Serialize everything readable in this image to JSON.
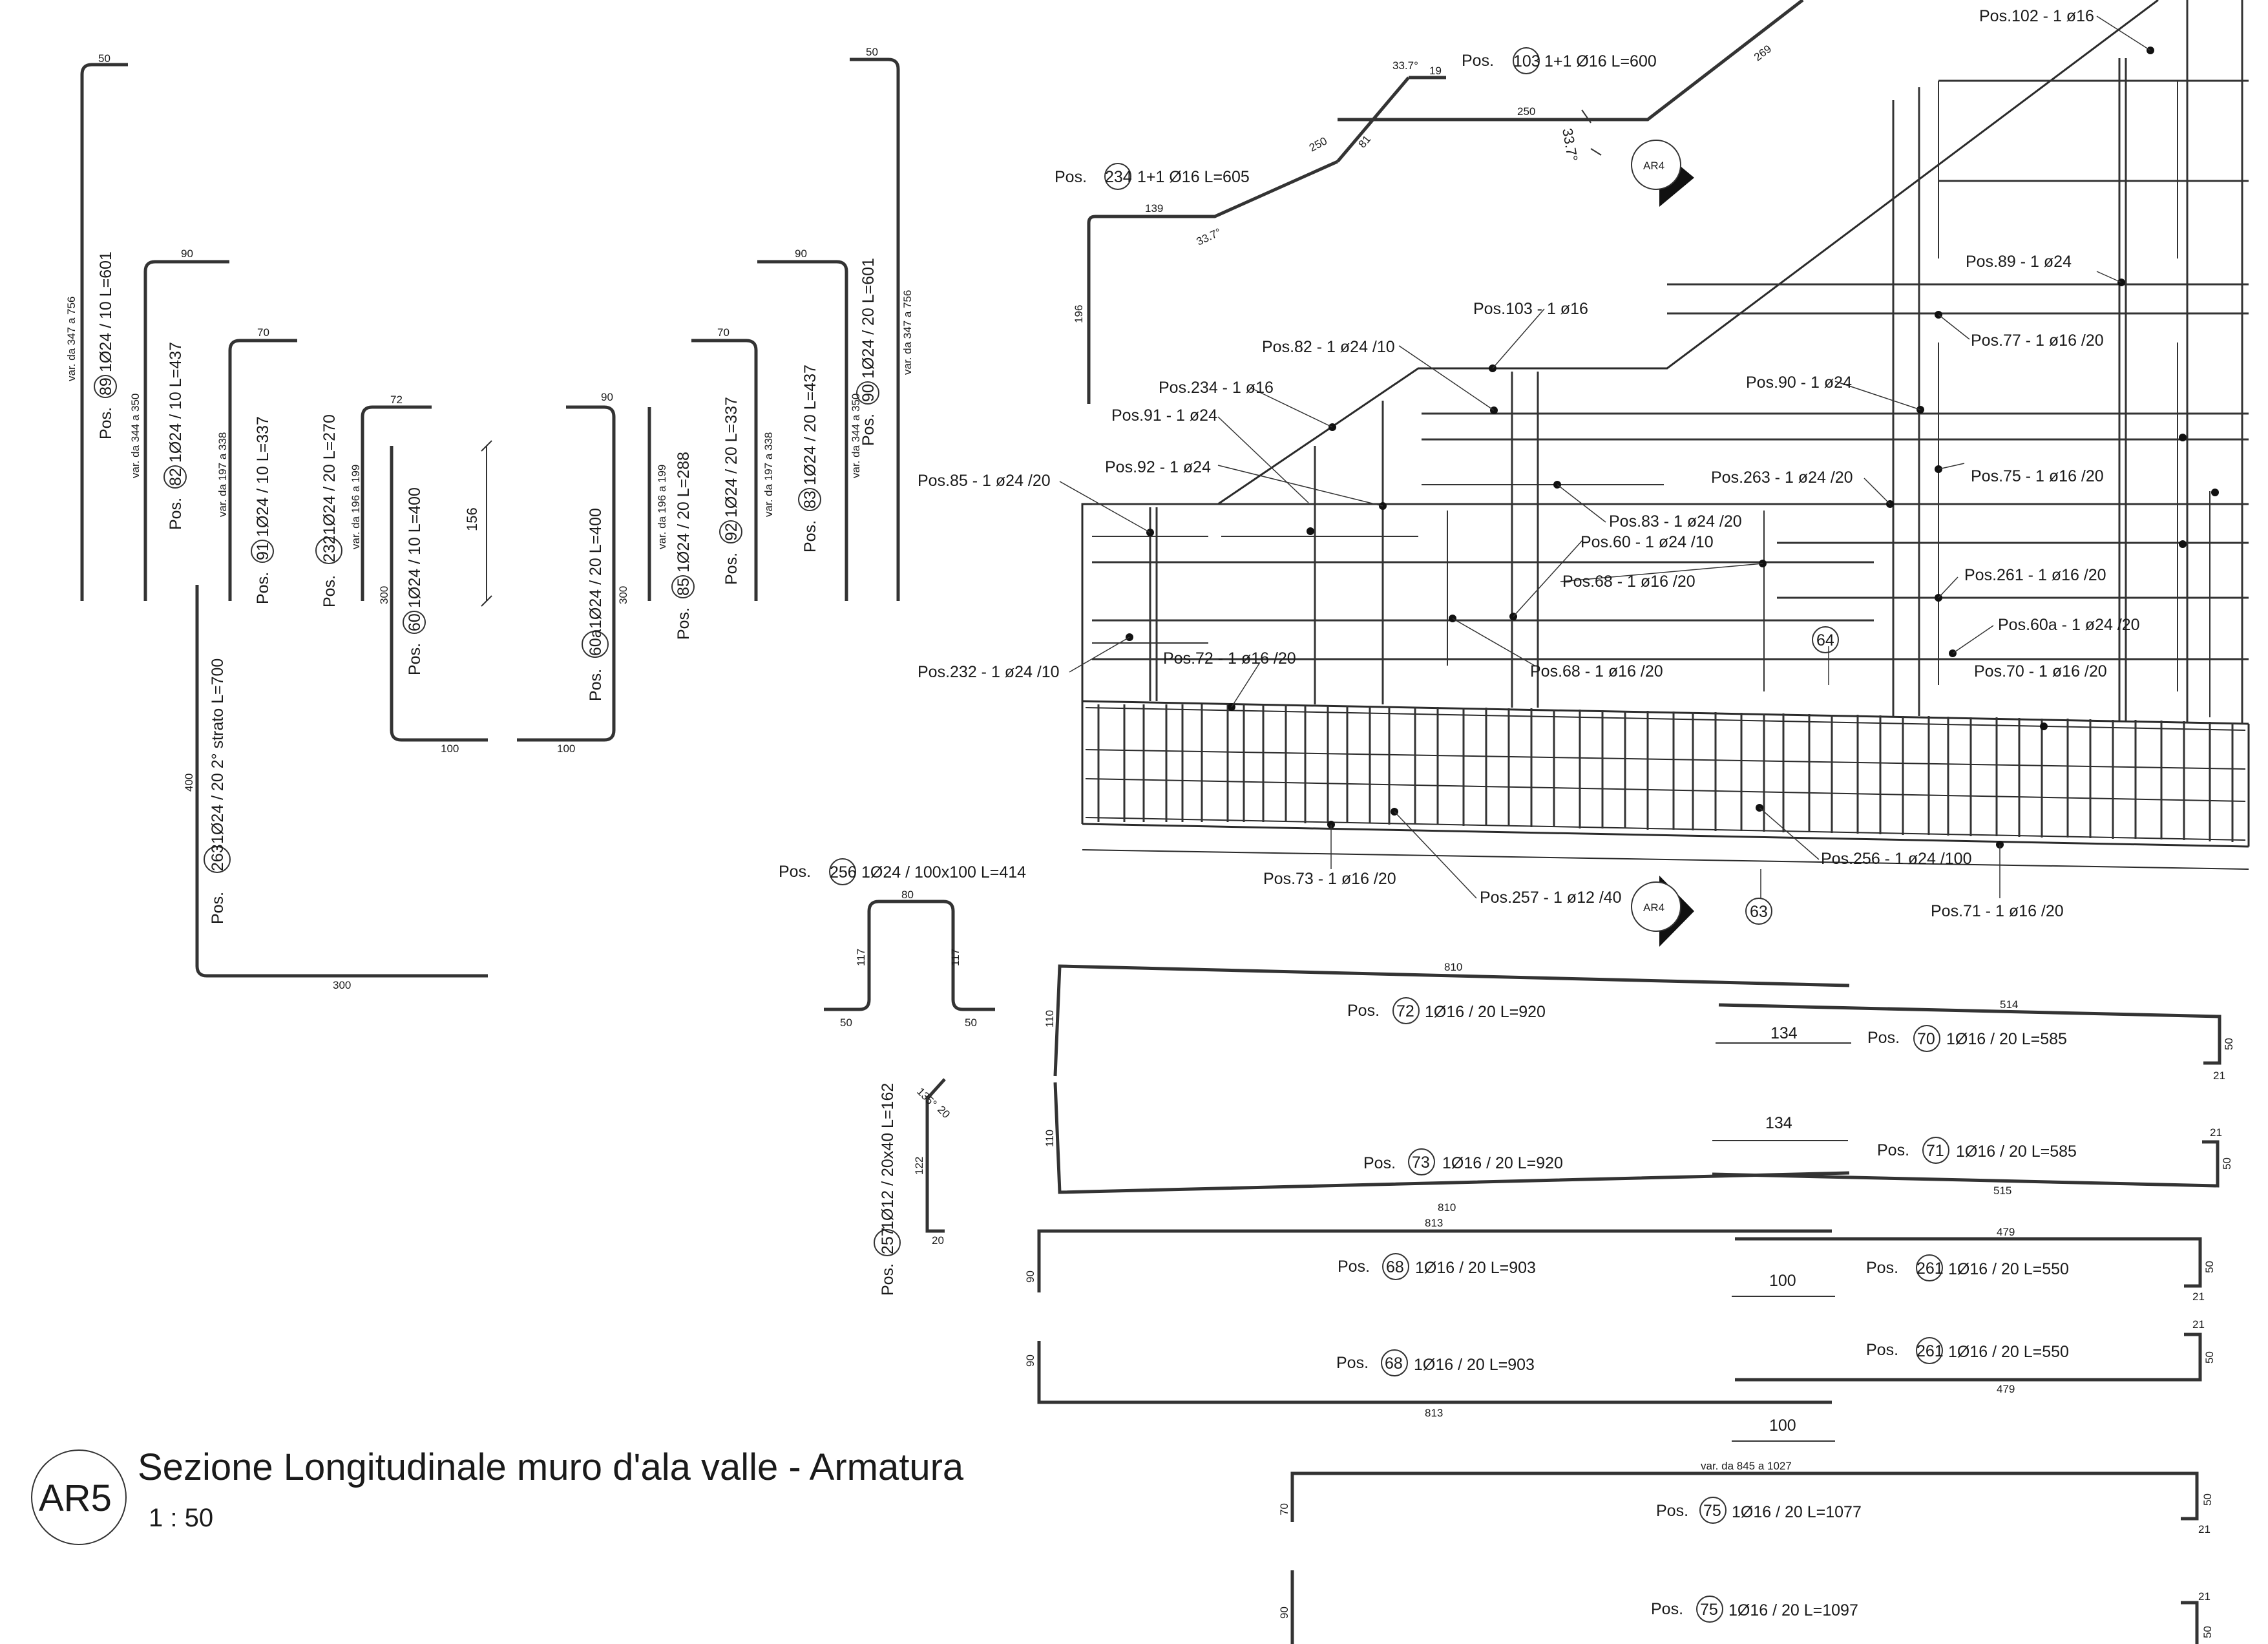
{
  "title": {
    "badge": "AR5",
    "text": "Sezione Longitudinale muro d'ala valle - Armatura",
    "scale": "1 : 50"
  },
  "markers": [
    "AR4",
    "AR4"
  ],
  "section_labels": [
    "Pos.102 - 1 ø16",
    "Pos.89 - 1 ø24",
    "Pos.77 - 1 ø16 /20",
    "Pos.103 - 1 ø16",
    "Pos.82 - 1 ø24 /10",
    "Pos.234 - 1 ø16",
    "Pos.91 - 1 ø24",
    "Pos.90 - 1 ø24",
    "Pos.92 - 1 ø24",
    "Pos.85 - 1 ø24 /20",
    "Pos.263 - 1 ø24 /20",
    "Pos.75 - 1 ø16 /20",
    "Pos.83 - 1 ø24 /20",
    "Pos.60 - 1 ø24 /10",
    "Pos.68 - 1 ø16 /20",
    "Pos.261 - 1 ø16 /20",
    "Pos.60a - 1 ø24 /20",
    "Pos.72 - 1 ø16 /20",
    "Pos.232 - 1 ø24 /10",
    "Pos.68 - 1 ø16 /20",
    "Pos.70 - 1 ø16 /20",
    "Pos.256 - 1 ø24 /100",
    "Pos.73 - 1 ø16 /20",
    "Pos.257 - 1 ø12 /40",
    "Pos.71 - 1 ø16 /20"
  ],
  "section_circles": [
    "64",
    "63"
  ],
  "top_bars": [
    {
      "pos": "Pos.",
      "num": "103",
      "desc": "1+1 Ø16 L=600",
      "angle": "33.7°",
      "dim": "19",
      "seg": "250",
      "seg2": "269"
    },
    {
      "pos": "Pos.",
      "num": "234",
      "desc": "1+1 Ø16 L=605",
      "seg_a": "139",
      "seg_b": "250",
      "seg_c": "81",
      "h": "196",
      "angle": "33.7°"
    }
  ],
  "angle_big": "33.7°",
  "vertical_bars": [
    {
      "pos": "Pos.",
      "num": "89",
      "desc": "1Ø24 / 10 L=601",
      "var": "var. da 347 a 756",
      "top": "50"
    },
    {
      "pos": "Pos.",
      "num": "82",
      "desc": "1Ø24 / 10 L=437",
      "var": "var. da 344 a 350",
      "top": "90"
    },
    {
      "pos": "Pos.",
      "num": "91",
      "desc": "1Ø24 / 10 L=337",
      "var": "var. da 197 a 338",
      "top": "70"
    },
    {
      "pos": "Pos.",
      "num": "232",
      "desc": "1Ø24 / 20 L=270",
      "var": "var. da 196 a 199",
      "top": "72"
    },
    {
      "pos": "Pos.",
      "num": "60",
      "desc": "1Ø24 / 10 L=400",
      "side": "300",
      "bottom": "100"
    },
    {
      "pos": "Pos.",
      "num": "60a",
      "desc": "1Ø24 / 20 L=400",
      "side": "300",
      "bottom": "100",
      "top": "90"
    },
    {
      "pos": "Pos.",
      "num": "85",
      "desc": "1Ø24 / 20 L=288",
      "var": "var. da 196 a 199"
    },
    {
      "pos": "Pos.",
      "num": "92",
      "desc": "1Ø24 / 20 L=337",
      "var": "var. da 197 a 338",
      "top": "70"
    },
    {
      "pos": "Pos.",
      "num": "83",
      "desc": "1Ø24 / 20 L=437",
      "var": "var. da 344 a 350",
      "top": "90"
    },
    {
      "pos": "Pos.",
      "num": "90",
      "desc": "1Ø24 / 20 L=601",
      "var": "var. da 347 a 756",
      "top": "50"
    },
    {
      "pos": "Pos.",
      "num": "263",
      "desc": "1Ø24 / 20 2° strato L=700",
      "h": "400",
      "bottom": "300"
    }
  ],
  "dim_156": "156",
  "bar_256": {
    "pos": "Pos.",
    "num": "256",
    "desc": "1Ø24 / 100x100 L=414",
    "top": "80",
    "h1": "117",
    "h2": "117",
    "b1": "50",
    "b2": "50"
  },
  "bar_257": {
    "pos": "Pos.",
    "num": "257",
    "desc": "1Ø12 / 20x40 L=162",
    "angle": "135°",
    "hook": "20",
    "h": "122",
    "bottom": "20"
  },
  "horizontal_bars": [
    {
      "pos": "Pos.",
      "num": "72",
      "desc": "1Ø16 / 20 L=920",
      "len": "810",
      "h": "110"
    },
    {
      "pos": "Pos.",
      "num": "70",
      "desc": "1Ø16 / 20 L=585",
      "len": "514",
      "hook": "50",
      "tail": "21",
      "lap": "134"
    },
    {
      "pos": "Pos.",
      "num": "73",
      "desc": "1Ø16 / 20 L=920",
      "len": "810",
      "h": "110"
    },
    {
      "pos": "Pos.",
      "num": "71",
      "desc": "1Ø16 / 20 L=585",
      "len": "515",
      "hook": "50",
      "tail": "21",
      "lap": "134"
    },
    {
      "pos": "Pos.",
      "num": "68",
      "desc": "1Ø16 / 20 L=903",
      "len": "813",
      "h": "90"
    },
    {
      "pos": "Pos.",
      "num": "261",
      "desc": "1Ø16 / 20 L=550",
      "len": "479",
      "hook": "50",
      "tail": "21",
      "lap": "100"
    },
    {
      "pos": "Pos.",
      "num": "68",
      "desc": "1Ø16 / 20 L=903",
      "len": "813",
      "h": "90"
    },
    {
      "pos": "Pos.",
      "num": "261",
      "desc": "1Ø16 / 20 L=550",
      "len": "479",
      "hook": "50",
      "tail": "21",
      "lap": "100"
    },
    {
      "pos": "Pos.",
      "num": "75",
      "desc": "1Ø16 / 20 L=1077",
      "var": "var. da 845 a 1027",
      "h": "70",
      "hook": "50",
      "tail": "21"
    },
    {
      "pos": "Pos.",
      "num": "75",
      "desc": "1Ø16 / 20 L=1097",
      "h": "90",
      "hook": "50",
      "tail": "21"
    }
  ]
}
